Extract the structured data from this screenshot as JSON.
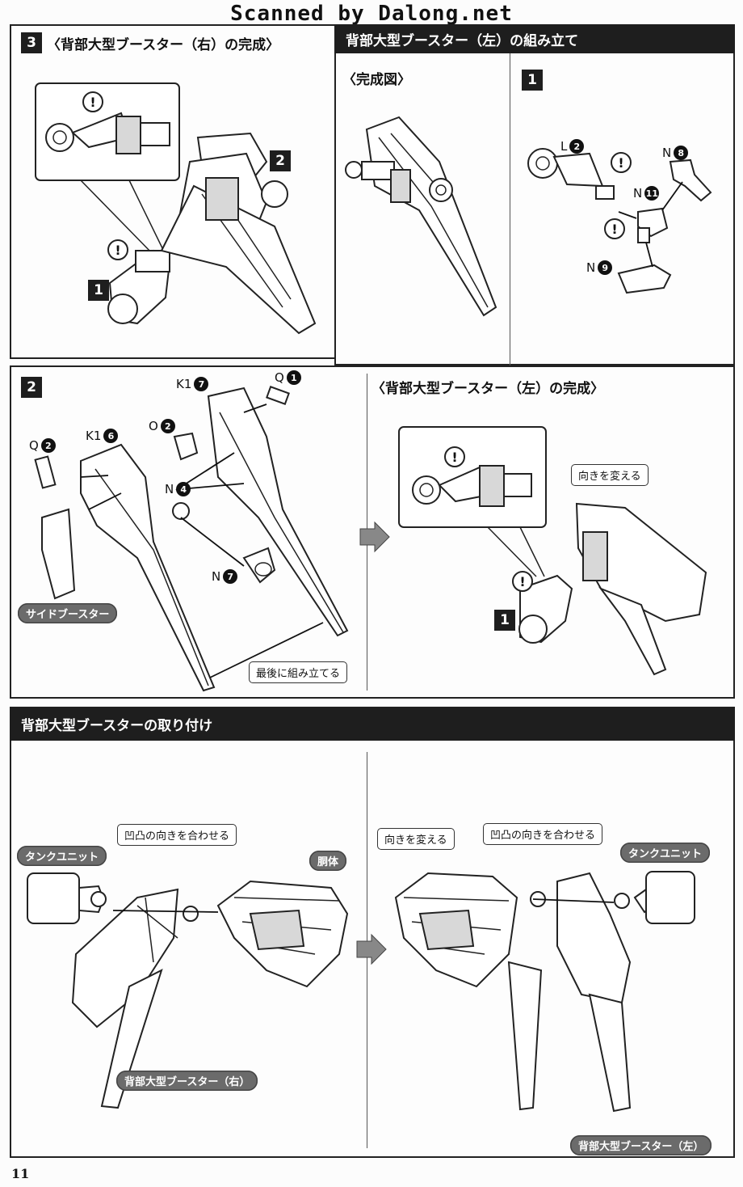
{
  "watermark": "Scanned by Dalong.net",
  "page_number": "11",
  "step3_right": {
    "step_no": "3",
    "title": "〈背部大型ブースター（右）の完成〉",
    "part_no": "1",
    "part_no2": "2",
    "warn": "!"
  },
  "left_booster_header": "背部大型ブースター（左）の組み立て",
  "completed_view_title": "〈完成図〉",
  "step1": {
    "step_no": "1",
    "parts": [
      {
        "letter": "L",
        "num": "2"
      },
      {
        "letter": "N",
        "num": "8"
      },
      {
        "letter": "N",
        "num": "11"
      },
      {
        "letter": "N",
        "num": "9"
      }
    ]
  },
  "step2": {
    "step_no": "2",
    "parts": [
      {
        "letter": "K1",
        "num": "7"
      },
      {
        "letter": "Q",
        "num": "1"
      },
      {
        "letter": "Q",
        "num": "2"
      },
      {
        "letter": "K1",
        "num": "6"
      },
      {
        "letter": "O",
        "num": "2"
      },
      {
        "letter": "N",
        "num": "4"
      },
      {
        "letter": "N",
        "num": "7"
      }
    ],
    "side_booster": "サイドブースター",
    "assemble_last": "最後に組み立てる"
  },
  "left_complete": {
    "title": "〈背部大型ブースター（左）の完成〉",
    "change_direction": "向きを変える",
    "part_no": "1"
  },
  "attach": {
    "header": "背部大型ブースターの取り付け",
    "align_callout_left": "凹凸の向きを合わせる",
    "align_callout_right": "凹凸の向きを合わせる",
    "tank_unit_left": "タンクユニット",
    "tank_unit_right": "タンクユニット",
    "torso": "胴体",
    "change_direction": "向きを変える",
    "booster_right": "背部大型ブースター（右）",
    "booster_left": "背部大型ブースター（左）"
  }
}
